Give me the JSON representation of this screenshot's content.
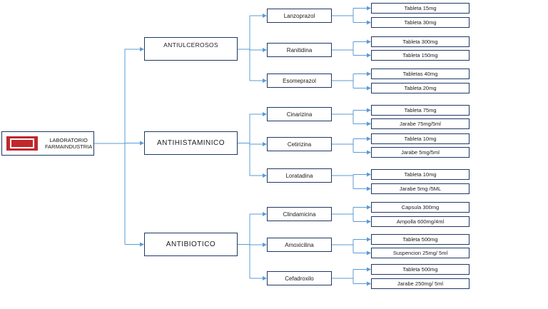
{
  "colors": {
    "connector": "#5b9bd5",
    "box_border": "#1f3864",
    "logo": "#c0282c"
  },
  "root": {
    "logo_icon": "laboratory-logo",
    "line1": "LABORATORIO",
    "line2": "FARMAINDUSTRIA"
  },
  "categories": [
    {
      "label": "ANTIULCEROSOS",
      "drugs": [
        {
          "name": "Lanzoprazol",
          "presentations": [
            "Tableta 15mg",
            "Tableta 30mg"
          ]
        },
        {
          "name": "Ranitidina",
          "presentations": [
            "Tableta 300mg",
            "Tableta 150mg"
          ]
        },
        {
          "name": "Esomeprazol",
          "presentations": [
            "Tabletas 40mg",
            "Tableta 20mg"
          ]
        }
      ]
    },
    {
      "label": "ANTIHISTAMINICO",
      "drugs": [
        {
          "name": "Cinarizina",
          "presentations": [
            "Tableta 75mg",
            "Jarabe 75mg/5ml"
          ]
        },
        {
          "name": "Cetirizina",
          "presentations": [
            "Tableta 10mg",
            "Jarabe 5mg/5ml"
          ]
        },
        {
          "name": "Loratadina",
          "presentations": [
            "Tableta 10mg",
            "Jarabe 5mg /5ML"
          ]
        }
      ]
    },
    {
      "label": "ANTIBIOTICO",
      "drugs": [
        {
          "name": "Clindamicina",
          "presentations": [
            "Capsula 300mg",
            "Ampolla 600mg/4ml"
          ]
        },
        {
          "name": "Amoxicilina",
          "presentations": [
            "Tableta 500mg",
            "Suspencion 25mg/ 5ml"
          ]
        },
        {
          "name": "Cefadroxilo",
          "presentations": [
            "Tableta 500mg",
            "Jarabe 250mg/ 5ml"
          ]
        }
      ]
    }
  ]
}
